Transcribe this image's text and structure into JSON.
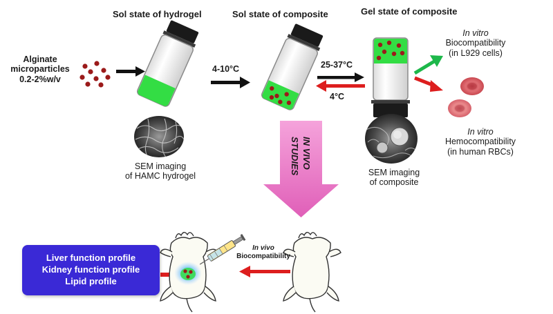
{
  "headings": {
    "sol_hydrogel": "Sol state of hydrogel",
    "sol_composite": "Sol state of composite",
    "gel_composite": "Gel state of composite"
  },
  "alginate": {
    "line1": "Alginate",
    "line2": "microparticles",
    "line3": "0.2-2%w/v"
  },
  "temps": {
    "cool": "4-10°C",
    "warm": "25-37°C",
    "cold": "4°C"
  },
  "sem_hydrogel": {
    "line1": "SEM imaging",
    "line2": "of HAMC hydrogel"
  },
  "sem_composite": {
    "line1": "SEM imaging",
    "line2": "of  composite"
  },
  "biocompat": {
    "line1": "In vitro",
    "line2": "Biocompatibility",
    "line3": "(in L929 cells)"
  },
  "hemocompat": {
    "line1": "In vitro",
    "line2": "Hemocompatibility",
    "line3": "(in human RBCs)"
  },
  "in_vivo_studies": {
    "line1": "IN VIVO",
    "line2": "STUDIES"
  },
  "in_vivo_label": {
    "line1": "In vivo",
    "line2": "Biocompatibility"
  },
  "summary": {
    "line1": "Liver function profile",
    "line2": "Kidney function profile",
    "line3": "Lipid profile"
  },
  "colors": {
    "hydrogel_green": "#33dd44",
    "particle_red": "#9b1a1a",
    "arrow_red": "#dd1e1e",
    "arrow_green": "#1db84a",
    "big_arrow_pink": "#ef7ec9",
    "summary_blue": "#3a29d6",
    "rbc_red": "#d7565c"
  }
}
